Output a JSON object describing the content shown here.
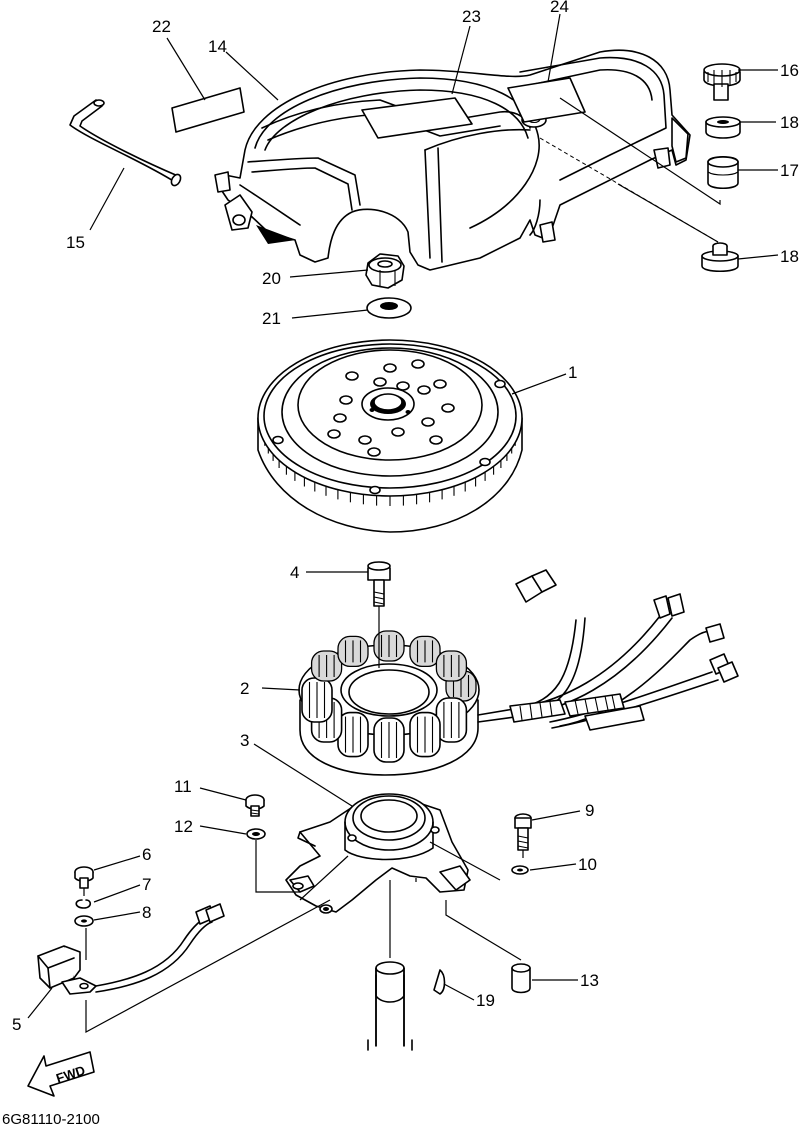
{
  "diagram_code": "6G81110-2100",
  "fwd_label": "FWD",
  "callouts": [
    {
      "id": "c1",
      "label": "1"
    },
    {
      "id": "c2",
      "label": "2"
    },
    {
      "id": "c3",
      "label": "3"
    },
    {
      "id": "c4",
      "label": "4"
    },
    {
      "id": "c5",
      "label": "5"
    },
    {
      "id": "c6",
      "label": "6"
    },
    {
      "id": "c7",
      "label": "7"
    },
    {
      "id": "c8",
      "label": "8"
    },
    {
      "id": "c9",
      "label": "9"
    },
    {
      "id": "c10",
      "label": "10"
    },
    {
      "id": "c11",
      "label": "11"
    },
    {
      "id": "c12",
      "label": "12"
    },
    {
      "id": "c13",
      "label": "13"
    },
    {
      "id": "c14",
      "label": "14"
    },
    {
      "id": "c15",
      "label": "15"
    },
    {
      "id": "c16",
      "label": "16"
    },
    {
      "id": "c17",
      "label": "17"
    },
    {
      "id": "c18a",
      "label": "18"
    },
    {
      "id": "c18b",
      "label": "18"
    },
    {
      "id": "c19",
      "label": "19"
    },
    {
      "id": "c20",
      "label": "20"
    },
    {
      "id": "c21",
      "label": "21"
    },
    {
      "id": "c22",
      "label": "22"
    },
    {
      "id": "c23",
      "label": "23"
    },
    {
      "id": "c24",
      "label": "24"
    }
  ]
}
